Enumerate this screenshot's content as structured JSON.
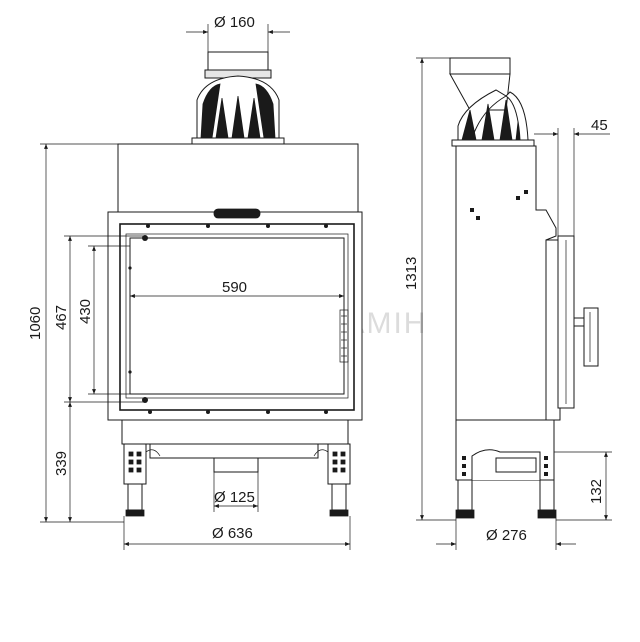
{
  "dimensions": {
    "flue_diameter": "Ø 160",
    "air_inlet_diameter": "Ø 125",
    "width_diameter": "Ø 636",
    "glass_width": "590",
    "glass_height": "430",
    "door_height": "467",
    "total_height_front": "1060",
    "base_height": "339",
    "total_height_side": "1313",
    "flange_offset": "45",
    "side_air_diameter": "Ø 276",
    "foot_height": "132"
  },
  "watermark": "АРТКАМІН",
  "colors": {
    "line": "#1a1a1a",
    "watermark": "#d9d9d9"
  }
}
